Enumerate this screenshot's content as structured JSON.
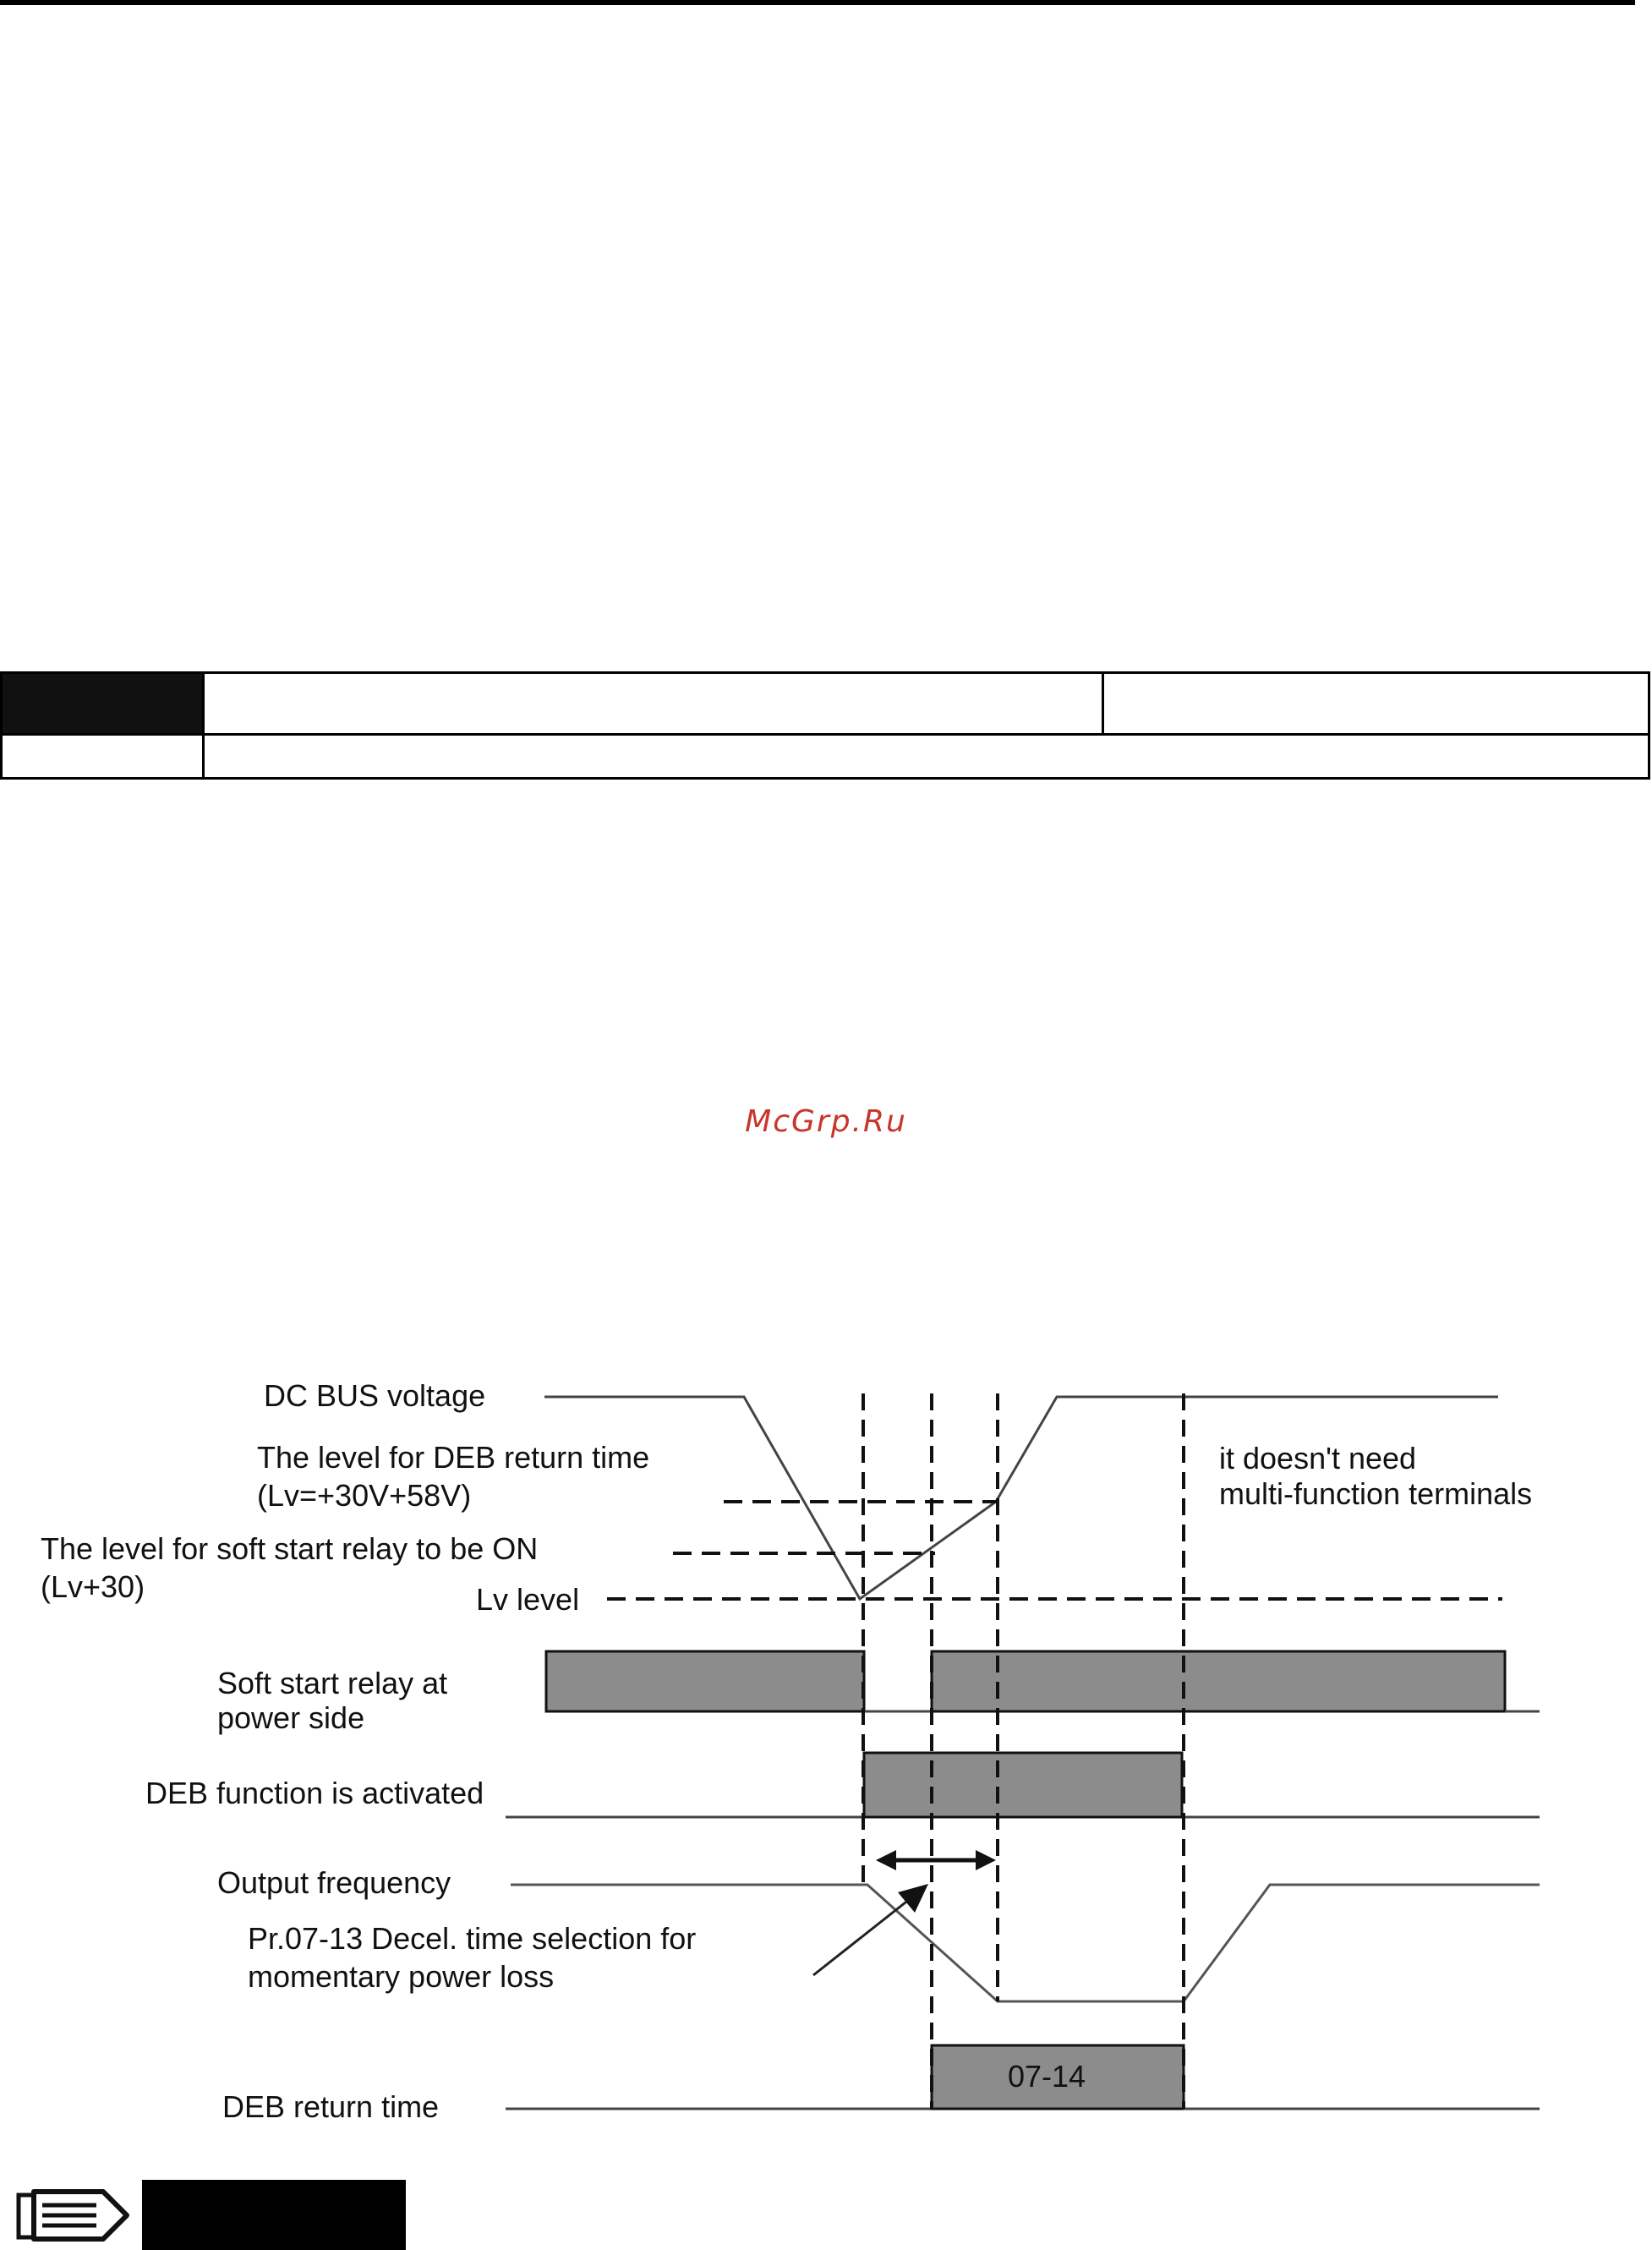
{
  "watermark": "McGrp.Ru",
  "timing_diagram": {
    "labels": {
      "dc_bus_voltage": "DC BUS voltage",
      "deb_return_level_1": "The level for DEB return time",
      "deb_return_level_2": "(Lv=+30V+58V)",
      "soft_start_level_1": "The level for soft start relay to be ON",
      "soft_start_level_2": "(Lv+30)",
      "lv_level": "Lv level",
      "soft_start_relay_1": "Soft start relay at",
      "soft_start_relay_2": "power side",
      "deb_activated": "DEB function is activated",
      "output_frequency": "Output frequency",
      "decel_selection_1": "Pr.07-13 Decel. time selection for",
      "decel_selection_2": "momentary power loss",
      "deb_return_time": "DEB return time",
      "note_1": "it doesn't need",
      "note_2": "multi-function terminals",
      "return_time_param": "07-14"
    },
    "colors": {
      "fill": "#8c8c8c",
      "line": "#111111",
      "thin_line": "#666666"
    }
  },
  "note_icon": "pencil-note-icon"
}
